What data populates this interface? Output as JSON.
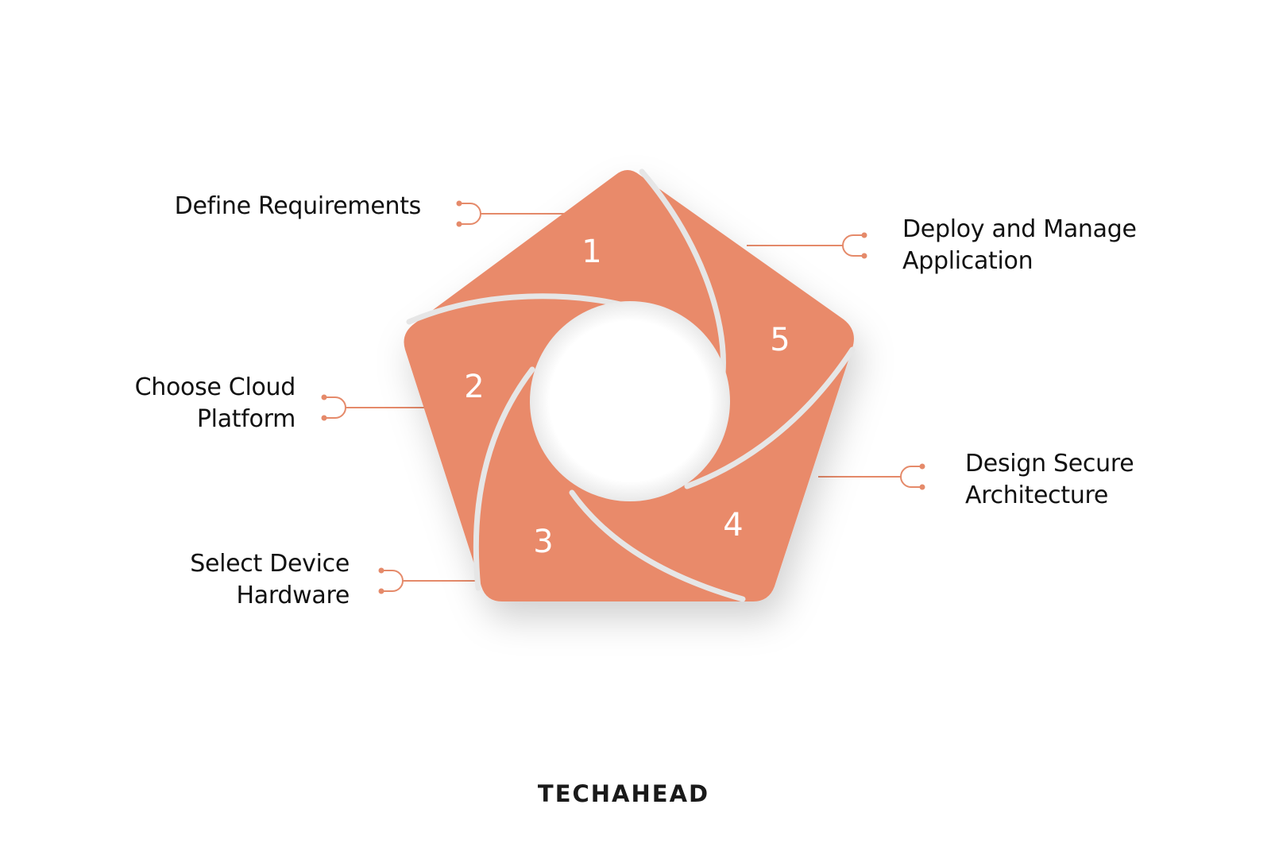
{
  "diagram": {
    "type": "pentagon-cycle",
    "accent_color": "#E98A6B",
    "connector_color": "#E58A6A",
    "steps": [
      {
        "number": "1",
        "label_line1": "Define Requirements",
        "label_line2": ""
      },
      {
        "number": "2",
        "label_line1": "Choose Cloud",
        "label_line2": "Platform"
      },
      {
        "number": "3",
        "label_line1": "Select Device",
        "label_line2": "Hardware"
      },
      {
        "number": "4",
        "label_line1": "Design Secure",
        "label_line2": "Architecture"
      },
      {
        "number": "5",
        "label_line1": "Deploy and Manage",
        "label_line2": "Application"
      }
    ]
  },
  "footer": {
    "logo": "TECHAHEAD"
  }
}
